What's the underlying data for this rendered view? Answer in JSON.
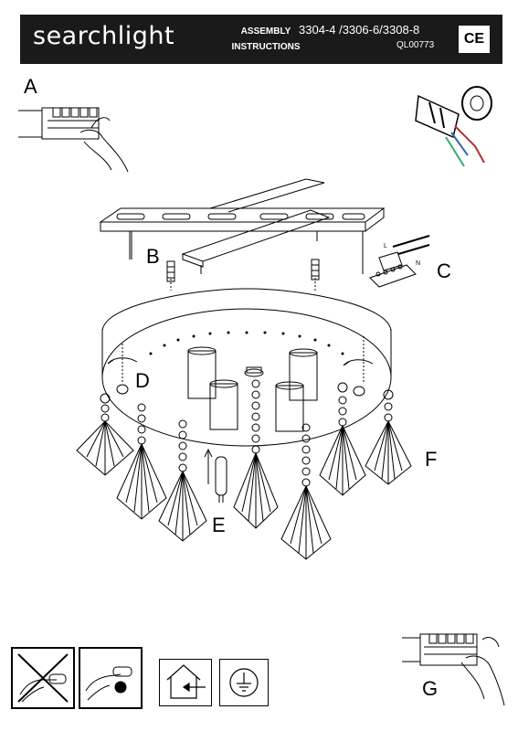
{
  "header": {
    "brand": "searchlight",
    "assembly_line1": "ASSEMBLY",
    "assembly_line2": "INSTRUCTIONS",
    "models": "3304-4 /3306-6/3308-8",
    "doc_code": "QL00773",
    "cert_mark": "CE"
  },
  "step_labels": {
    "a": "A",
    "b": "B",
    "c": "C",
    "d": "D",
    "e": "E",
    "f": "F",
    "g": "G"
  },
  "wire_labels": {
    "l": "L",
    "n": "N"
  },
  "footer_icons": [
    "no-hand-touch-bulb-icon",
    "hand-holding-bulb-icon",
    "indoor-use-house-icon",
    "earth-ground-icon"
  ]
}
